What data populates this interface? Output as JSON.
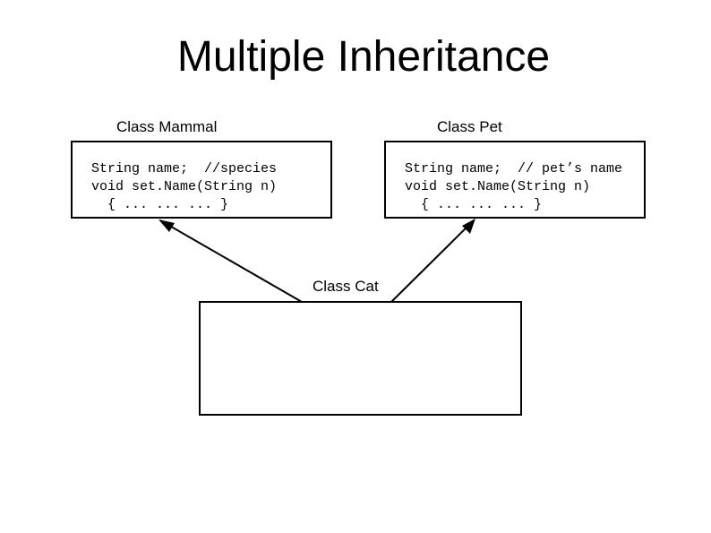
{
  "slide": {
    "title": "Multiple Inheritance"
  },
  "classes": {
    "mammal": {
      "label": "Class Mammal",
      "lines": [
        "String name;  //species",
        "void set.Name(String n)",
        "  { ... ... ... }"
      ]
    },
    "pet": {
      "label": "Class Pet",
      "lines": [
        "String name;  // pet’s name",
        "void set.Name(String n)",
        "  { ... ... ... }"
      ]
    },
    "cat": {
      "label": "Class Cat",
      "lines": []
    }
  },
  "relations": [
    {
      "from": "cat",
      "to": "mammal",
      "type": "inherits"
    },
    {
      "from": "cat",
      "to": "pet",
      "type": "inherits"
    }
  ]
}
